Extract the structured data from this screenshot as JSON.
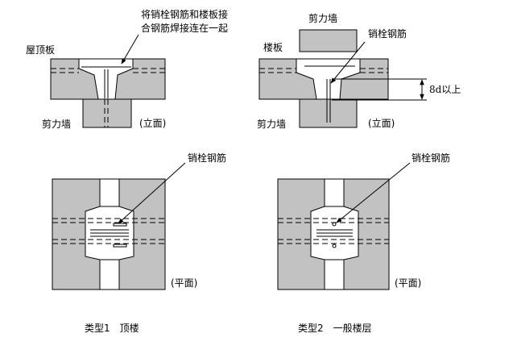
{
  "labels": {
    "roof_slab": "屋顶板",
    "floor_slab": "楼板",
    "shear_wall": "剪力墙",
    "dowel_bar": "销栓钢筋",
    "note_line1": "将销栓钢筋和楼板接",
    "note_line2": "合钢筋焊接连在一起",
    "elevation": "(立面)",
    "plan": "(平面)",
    "embed_length": "8d以上"
  },
  "captions": {
    "type1": "类型1　顶楼",
    "type2": "类型2　一般楼层"
  },
  "colors": {
    "concrete": "#c2c2c2",
    "line": "#000000",
    "background": "#ffffff"
  }
}
